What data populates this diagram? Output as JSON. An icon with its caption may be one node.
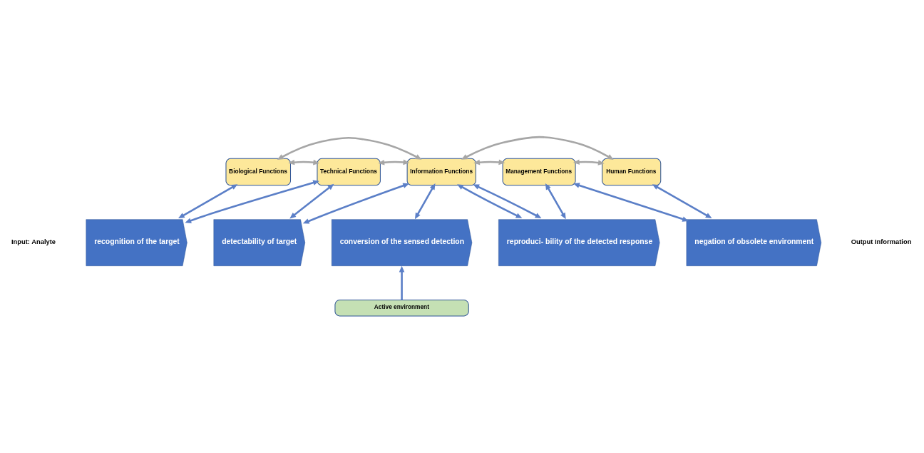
{
  "diagram": {
    "nodes": [
      {
        "text": [
          "Biological Functions"
        ]
      },
      {
        "text": [
          "Technical Functions"
        ]
      },
      {
        "text": [
          "Information Functions"
        ]
      },
      {
        "text": [
          "Management Functions"
        ]
      },
      {
        "text": [
          "Human Functions"
        ]
      },
      {
        "text": [
          "recognition of the target"
        ]
      },
      {
        "text": [
          "detectability of target"
        ]
      },
      {
        "text": [
          "conversion of the sensed detection"
        ]
      },
      {
        "text": [
          "reproduci- bility of the detected response"
        ]
      },
      {
        "text": [
          "negation of obsolete environment"
        ]
      },
      {
        "text": [
          "Active environment"
        ]
      }
    ],
    "edges": [
      {
        "from": 0,
        "to": 2,
        "arrow": "both",
        "color": "#a6a6a6"
      },
      {
        "from": 2,
        "to": 4,
        "arrow": "both",
        "color": "#a6a6a6"
      },
      {
        "from": 0,
        "to": 1,
        "arrow": "both",
        "color": "#a6a6a6"
      },
      {
        "from": 1,
        "to": 2,
        "arrow": "both",
        "color": "#a6a6a6"
      },
      {
        "from": 2,
        "to": 3,
        "arrow": "both",
        "color": "#a6a6a6"
      },
      {
        "from": 3,
        "to": 4,
        "arrow": "both",
        "color": "#a6a6a6"
      },
      {
        "from": 0,
        "to": 5,
        "arrow": "both"
      },
      {
        "from": 1,
        "to": 5,
        "arrow": "both"
      },
      {
        "from": 1,
        "to": 6,
        "arrow": "both"
      },
      {
        "from": 2,
        "to": 6,
        "arrow": "both"
      },
      {
        "from": 2,
        "to": 7,
        "arrow": "both"
      },
      {
        "from": 2,
        "to": 8,
        "arrow": "both"
      },
      {
        "from": 2,
        "to": 8,
        "arrow": "both"
      },
      {
        "from": 3,
        "to": 8,
        "arrow": "both"
      },
      {
        "from": 3,
        "to": 9,
        "arrow": "both"
      },
      {
        "from": 4,
        "to": 9,
        "arrow": "both"
      },
      {
        "from": 10,
        "to": 7,
        "arrow": "to"
      }
    ],
    "labels": [
      "Input: Analyte",
      "Output Information"
    ]
  }
}
